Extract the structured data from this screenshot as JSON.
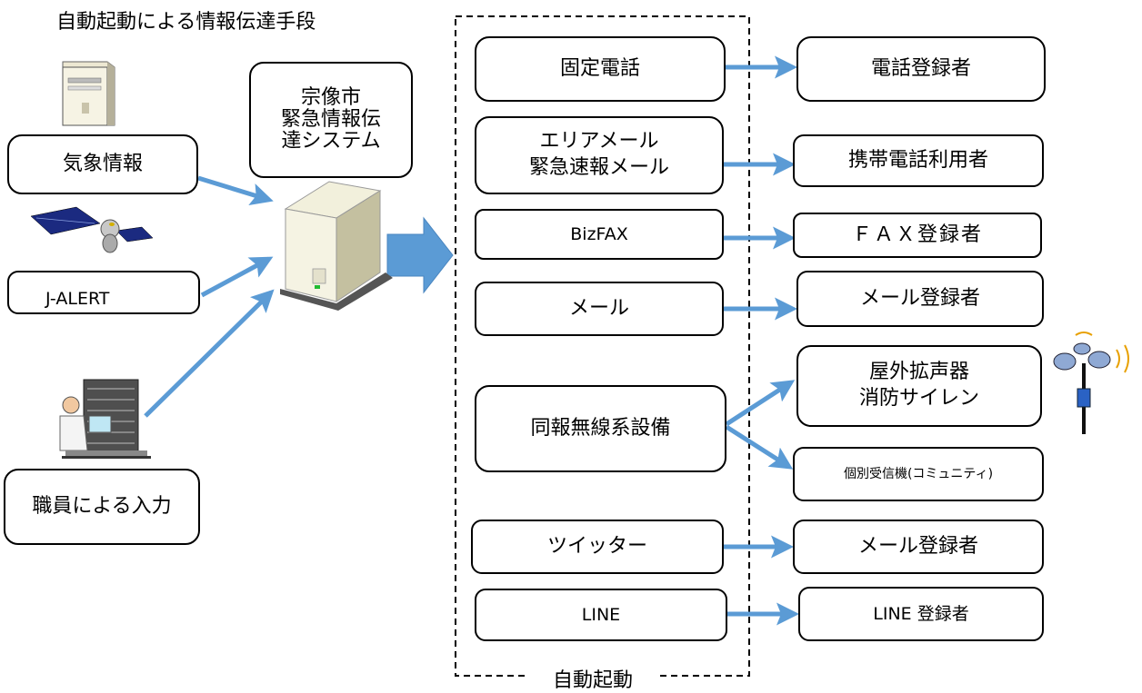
{
  "title": "自動起動による情報伝達手段",
  "sources": {
    "weather": "気象情報",
    "jalert": "J-ALERT",
    "staff": "職員による入力"
  },
  "system": {
    "name_line1": "宗像市",
    "name_line2": "緊急情報伝",
    "name_line3": "達システム"
  },
  "channels": {
    "landline": "固定電話",
    "area_mail_line1": "エリアメール",
    "area_mail_line2": "緊急速報メール",
    "bizfax": "BizFAX",
    "mail": "メール",
    "radio": "同報無線系設備",
    "twitter": "ツイッター",
    "line": "LINE"
  },
  "targets": {
    "phone": "電話登録者",
    "mobile": "携帯電話利用者",
    "fax": "ＦＡＸ登録者",
    "mail": "メール登録者",
    "outdoor_line1": "屋外拡声器",
    "outdoor_line2": "消防サイレン",
    "receiver": "個別受信機(コミュニティ)",
    "twitter_mail": "メール登録者",
    "line": "LINE 登録者"
  },
  "auto_label": "自動起動",
  "colors": {
    "arrow": "#5b9bd5",
    "border": "#000000"
  }
}
